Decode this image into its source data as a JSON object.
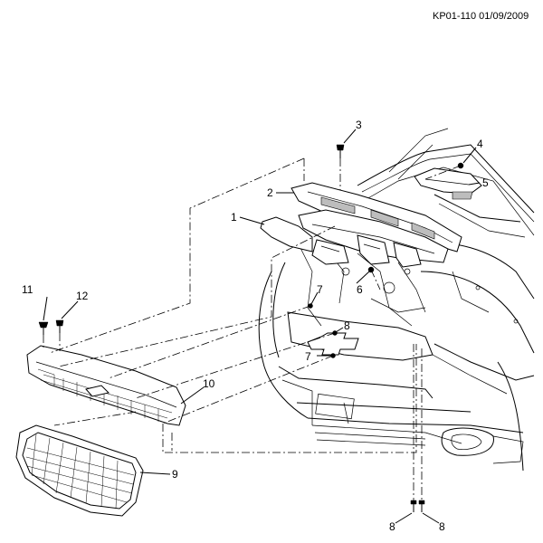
{
  "diagram": {
    "code": "KP01-110 01/09/2009",
    "callouts": [
      "1",
      "2",
      "3",
      "4",
      "5",
      "6",
      "7",
      "7",
      "8",
      "8",
      "8",
      "9",
      "10",
      "11",
      "12"
    ]
  }
}
